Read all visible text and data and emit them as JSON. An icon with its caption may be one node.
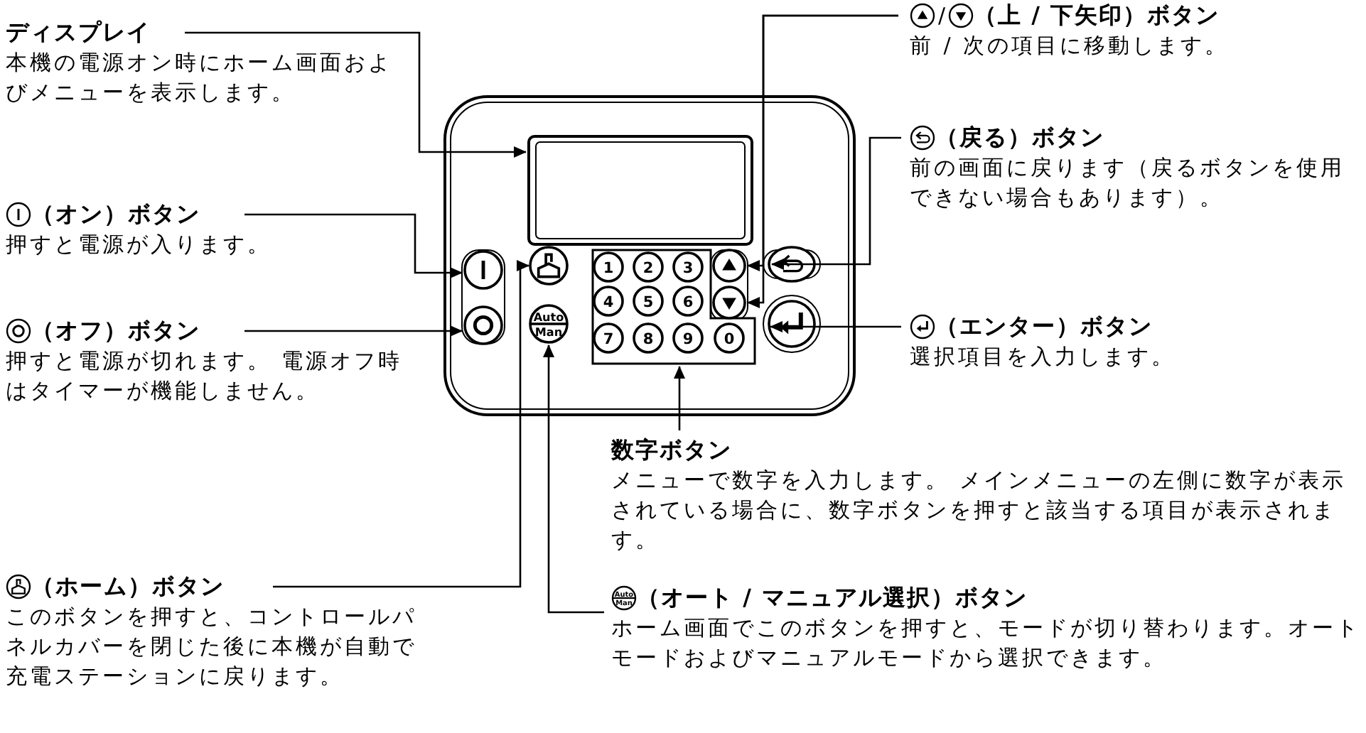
{
  "diagram": {
    "nodes": [
      {
        "text": [
          "ディスプレイ",
          "本機の電源オン時にホーム画面およびメニューを表示します。"
        ]
      },
      {
        "text": [
          "（オン）ボタン",
          "押すと電源が入ります。"
        ]
      },
      {
        "text": [
          "（オフ）ボタン",
          "押すと電源が切れます。 電源オフ時はタイマーが機能しません。"
        ]
      },
      {
        "text": [
          "（ホーム）ボタン",
          "このボタンを押すと、コントロールパネルカバーを閉じた後に本機が自動で充電ステーションに戻ります。"
        ]
      },
      {
        "text": [
          "/",
          "（上 / 下矢印）ボタン",
          "前 / 次の項目に移動します。"
        ]
      },
      {
        "text": [
          "（戻る）ボタン",
          "前の画面に戻ります（戻るボタンを使用できない場合もあります）。"
        ]
      },
      {
        "text": [
          "（エンター）ボタン",
          "選択項目を入力します。"
        ]
      },
      {
        "text": [
          "数字ボタン",
          "メニューで数字を入力します。 メインメニューの左側に数字が表示されている場合に、数字ボタンを押すと該当する項目が表示されます。"
        ]
      },
      {
        "text": [
          "Auto",
          "Man",
          "（オート / マニュアル選択）ボタン",
          "ホーム画面でこのボタンを押すと、モードが切り替わります。オートモードおよびマニュアルモードから選択できます。"
        ]
      },
      {
        "text": [],
        "shape": "box"
      },
      {
        "text": [],
        "shape": "box",
        "in": 9
      },
      {
        "text": [],
        "shape": "circle",
        "in": 9
      },
      {
        "text": [],
        "shape": "circle",
        "in": 9
      },
      {
        "text": [],
        "shape": "circle",
        "in": 9
      },
      {
        "text": [
          "Auto",
          "Man"
        ],
        "in": 9
      },
      {
        "text": [],
        "shape": "box",
        "in": 9
      },
      {
        "text": [
          "1"
        ],
        "in": 15
      },
      {
        "text": [
          "2"
        ],
        "in": 15
      },
      {
        "text": [
          "3"
        ],
        "in": 15
      },
      {
        "text": [
          "4"
        ],
        "in": 15
      },
      {
        "text": [
          "5"
        ],
        "in": 15
      },
      {
        "text": [
          "6"
        ],
        "in": 15
      },
      {
        "text": [
          "7"
        ],
        "in": 15
      },
      {
        "text": [
          "8"
        ],
        "in": 15
      },
      {
        "text": [
          "9"
        ],
        "in": 15
      },
      {
        "text": [
          "0"
        ],
        "in": 15
      },
      {
        "text": [],
        "shape": "circle",
        "in": 9
      },
      {
        "text": [],
        "shape": "circle",
        "in": 9
      },
      {
        "text": [],
        "shape": "circle",
        "in": 9
      },
      {
        "text": [],
        "shape": "circle",
        "in": 9
      }
    ],
    "edges": [
      {
        "from": 0,
        "to": 10,
        "arrow": "to"
      },
      {
        "from": 1,
        "to": 11,
        "arrow": "to"
      },
      {
        "from": 2,
        "to": 12,
        "arrow": "to"
      },
      {
        "from": 3,
        "to": 13,
        "arrow": "to"
      },
      {
        "from": 4,
        "to": 26,
        "arrow": "to"
      },
      {
        "from": 4,
        "to": 27,
        "arrow": "to"
      },
      {
        "from": 5,
        "to": 28,
        "arrow": "to"
      },
      {
        "from": 6,
        "to": 29,
        "arrow": "to"
      },
      {
        "from": 7,
        "to": 15,
        "arrow": "to"
      },
      {
        "from": 8,
        "to": 14,
        "arrow": "to"
      }
    ]
  }
}
